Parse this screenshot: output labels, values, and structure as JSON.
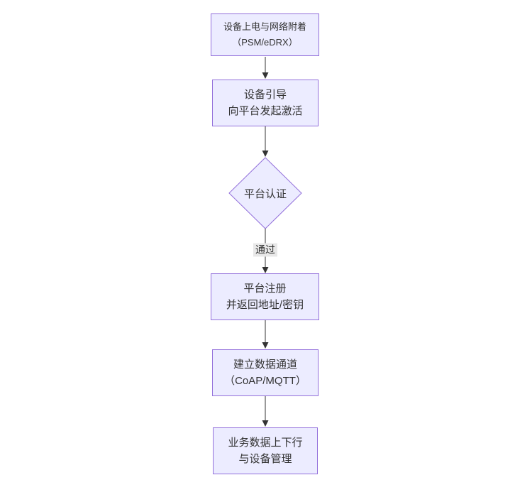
{
  "diagram": {
    "type": "flowchart",
    "direction": "top-down",
    "nodes": [
      {
        "id": "A",
        "shape": "rect",
        "line1": "设备上电与网络附着",
        "line2": "（PSM/eDRX）"
      },
      {
        "id": "B",
        "shape": "rect",
        "line1": "设备引导",
        "line2": "向平台发起激活"
      },
      {
        "id": "C",
        "shape": "diamond",
        "line1": "平台认证",
        "line2": ""
      },
      {
        "id": "D",
        "shape": "rect",
        "line1": "平台注册",
        "line2": "并返回地址/密钥"
      },
      {
        "id": "E",
        "shape": "rect",
        "line1": "建立数据通道",
        "line2": "（CoAP/MQTT）"
      },
      {
        "id": "F",
        "shape": "rect",
        "line1": "业务数据上下行",
        "line2": "与设备管理"
      }
    ],
    "edges": [
      {
        "from": "A",
        "to": "B",
        "label": ""
      },
      {
        "from": "B",
        "to": "C",
        "label": ""
      },
      {
        "from": "C",
        "to": "D",
        "label": "通过"
      },
      {
        "from": "D",
        "to": "E",
        "label": ""
      },
      {
        "from": "E",
        "to": "F",
        "label": ""
      }
    ],
    "colors": {
      "node_fill": "#ECECFF",
      "node_border": "#9370DB",
      "text": "#333333",
      "edge_line": "#333333",
      "edge_label_bg": "#e8e8e8",
      "background": "#ffffff"
    }
  }
}
